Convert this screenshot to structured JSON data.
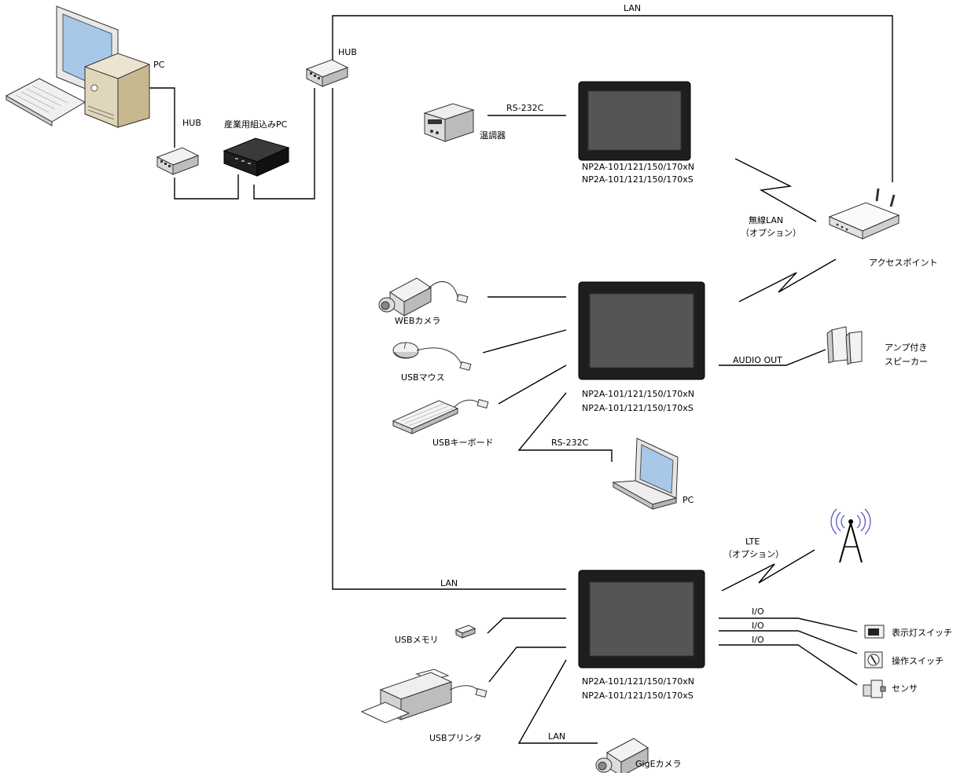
{
  "labels": {
    "lan_top": "LAN",
    "pc_top": "PC",
    "hub_left": "HUB",
    "hub_top": "HUB",
    "embedded_pc": "産業用組込みPC",
    "temp_controller": "温調器",
    "rs232c_top": "RS-232C",
    "np1_line1": "NP2A-101/121/150/170xN",
    "np1_line2": "NP2A-101/121/150/170xS",
    "wireless_lan_1": "無線LAN",
    "wireless_lan_2": "（オプション）",
    "access_point": "アクセスポイント",
    "web_camera": "WEBカメラ",
    "usb_mouse": "USBマウス",
    "usb_keyboard": "USBキーボード",
    "np2_line1": "NP2A-101/121/150/170xN",
    "np2_line2": "NP2A-101/121/150/170xS",
    "audio_out": "AUDIO OUT",
    "speaker_1": "アンプ付き",
    "speaker_2": "スピーカー",
    "rs232c_mid": "RS-232C",
    "pc_laptop": "PC",
    "lte_1": "LTE",
    "lte_2": "（オプション）",
    "lan_bottom": "LAN",
    "io_1": "I/O",
    "io_2": "I/O",
    "io_3": "I/O",
    "indicator_switch": "表示灯スイッチ",
    "operation_switch": "操作スイッチ",
    "sensor": "センサ",
    "usb_memory": "USBメモリ",
    "np3_line1": "NP2A-101/121/150/170xN",
    "np3_line2": "NP2A-101/121/150/170xS",
    "usb_printer": "USBプリンタ",
    "lan_gige": "LAN",
    "gige_camera": "GigEカメラ"
  },
  "colors": {
    "line": "#000000",
    "panel_frame": "#1e1e1e",
    "panel_screen": "#555555",
    "antenna_waves": "#5a55c8"
  }
}
